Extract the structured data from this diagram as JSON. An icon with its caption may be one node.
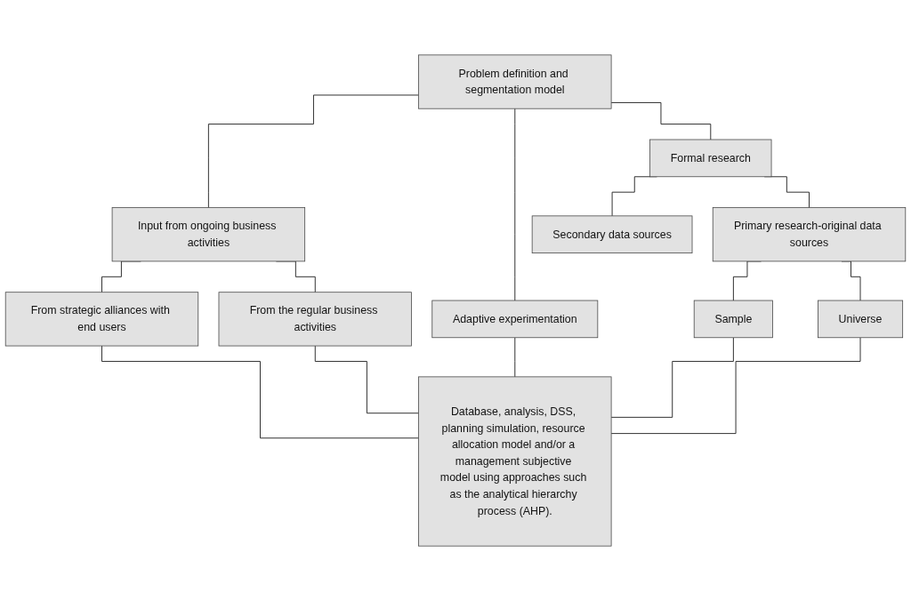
{
  "diagram": {
    "nodes": [
      {
        "text": [
          "Problem definition and segmentation model"
        ]
      },
      {
        "text": [
          "Input from ongoing business activities"
        ]
      },
      {
        "text": [
          "Adaptive experimentation"
        ]
      },
      {
        "text": [
          "Formal research"
        ]
      },
      {
        "text": [
          "From strategic alliances with end users"
        ]
      },
      {
        "text": [
          "From the regular business activities"
        ]
      },
      {
        "text": [
          "Secondary data sources"
        ]
      },
      {
        "text": [
          "Primary research-original data sources"
        ]
      },
      {
        "text": [
          "Sample"
        ]
      },
      {
        "text": [
          "Universe"
        ]
      },
      {
        "text": [
          "Database, analysis, DSS, planning simulation, resource allocation model and/or a management subjective model using approaches such as the analytical hierarchy process (AHP)."
        ]
      }
    ],
    "edges": [
      {
        "from": 0,
        "to": 1,
        "arrow": "none"
      },
      {
        "from": 0,
        "to": 2,
        "arrow": "none"
      },
      {
        "from": 0,
        "to": 3,
        "arrow": "none"
      },
      {
        "from": 1,
        "to": 4,
        "arrow": "none"
      },
      {
        "from": 1,
        "to": 5,
        "arrow": "none"
      },
      {
        "from": 3,
        "to": 6,
        "arrow": "none"
      },
      {
        "from": 3,
        "to": 7,
        "arrow": "none"
      },
      {
        "from": 7,
        "to": 8,
        "arrow": "none"
      },
      {
        "from": 7,
        "to": 9,
        "arrow": "none"
      },
      {
        "from": 4,
        "to": 10,
        "arrow": "none"
      },
      {
        "from": 5,
        "to": 10,
        "arrow": "none"
      },
      {
        "from": 2,
        "to": 10,
        "arrow": "none"
      },
      {
        "from": 8,
        "to": 10,
        "arrow": "none"
      },
      {
        "from": 9,
        "to": 10,
        "arrow": "none"
      }
    ]
  }
}
